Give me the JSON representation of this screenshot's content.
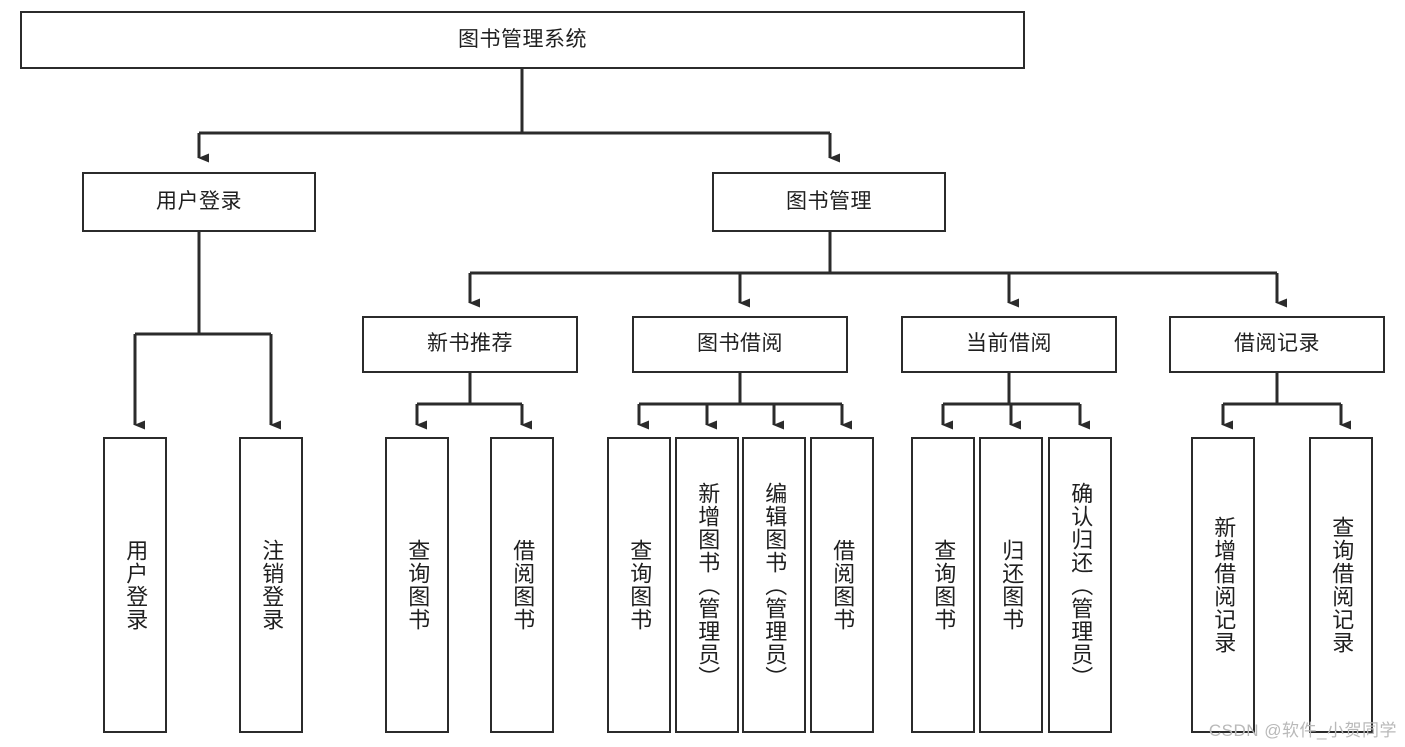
{
  "diagram": {
    "title": "图书管理系统",
    "watermark": "CSDN @软件_小贺同学",
    "colors": {
      "border": "#2b2b2b",
      "text": "#1f1f1f",
      "background": "#ffffff",
      "watermark": "#b9b9b9"
    },
    "nodes": {
      "root": {
        "label": "图书管理系统"
      },
      "level1": [
        {
          "label": "用户登录"
        },
        {
          "label": "图书管理"
        }
      ],
      "level2": [
        {
          "label": "新书推荐"
        },
        {
          "label": "图书借阅"
        },
        {
          "label": "当前借阅"
        },
        {
          "label": "借阅记录"
        }
      ],
      "leaves": {
        "user_login": [
          {
            "label": "用户登录"
          },
          {
            "label": "注销登录"
          }
        ],
        "new_book_recommend": [
          {
            "label": "查询图书"
          },
          {
            "label": "借阅图书"
          }
        ],
        "book_borrow": [
          {
            "label": "查询图书"
          },
          {
            "label": "新增图书（管理员）"
          },
          {
            "label": "编辑图书（管理员）"
          },
          {
            "label": "借阅图书"
          }
        ],
        "current_borrow": [
          {
            "label": "查询图书"
          },
          {
            "label": "归还图书"
          },
          {
            "label": "确认归还（管理员）"
          }
        ],
        "borrow_record": [
          {
            "label": "新增借阅记录"
          },
          {
            "label": "查询借阅记录"
          }
        ]
      }
    }
  }
}
